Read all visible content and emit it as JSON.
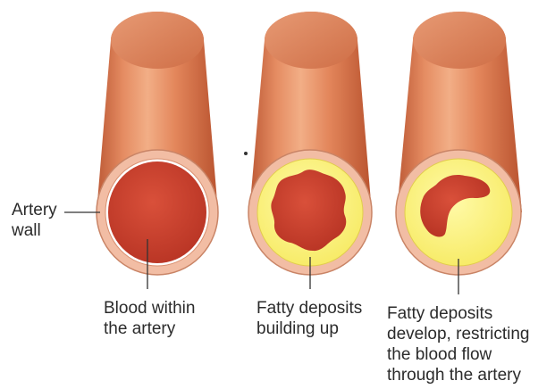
{
  "labels": {
    "artery_wall": [
      "Artery",
      "wall"
    ],
    "blood_within": [
      "Blood within",
      "the artery"
    ],
    "fatty_building": [
      "Fatty deposits",
      "building up"
    ],
    "fatty_restricting": [
      "Fatty deposits",
      "develop, restricting",
      "the blood flow",
      "through the artery"
    ]
  },
  "colors": {
    "artery_outer": "#d9794e",
    "artery_highlight": "#f0a97f",
    "artery_shadow": "#b85533",
    "wall_ring": "#f2bda4",
    "wall_ring_edge": "#c98466",
    "blood": "#c8402e",
    "blood_dark": "#a8301f",
    "fatty_deposit": "#fbf27a",
    "leader_line": "#333333"
  }
}
